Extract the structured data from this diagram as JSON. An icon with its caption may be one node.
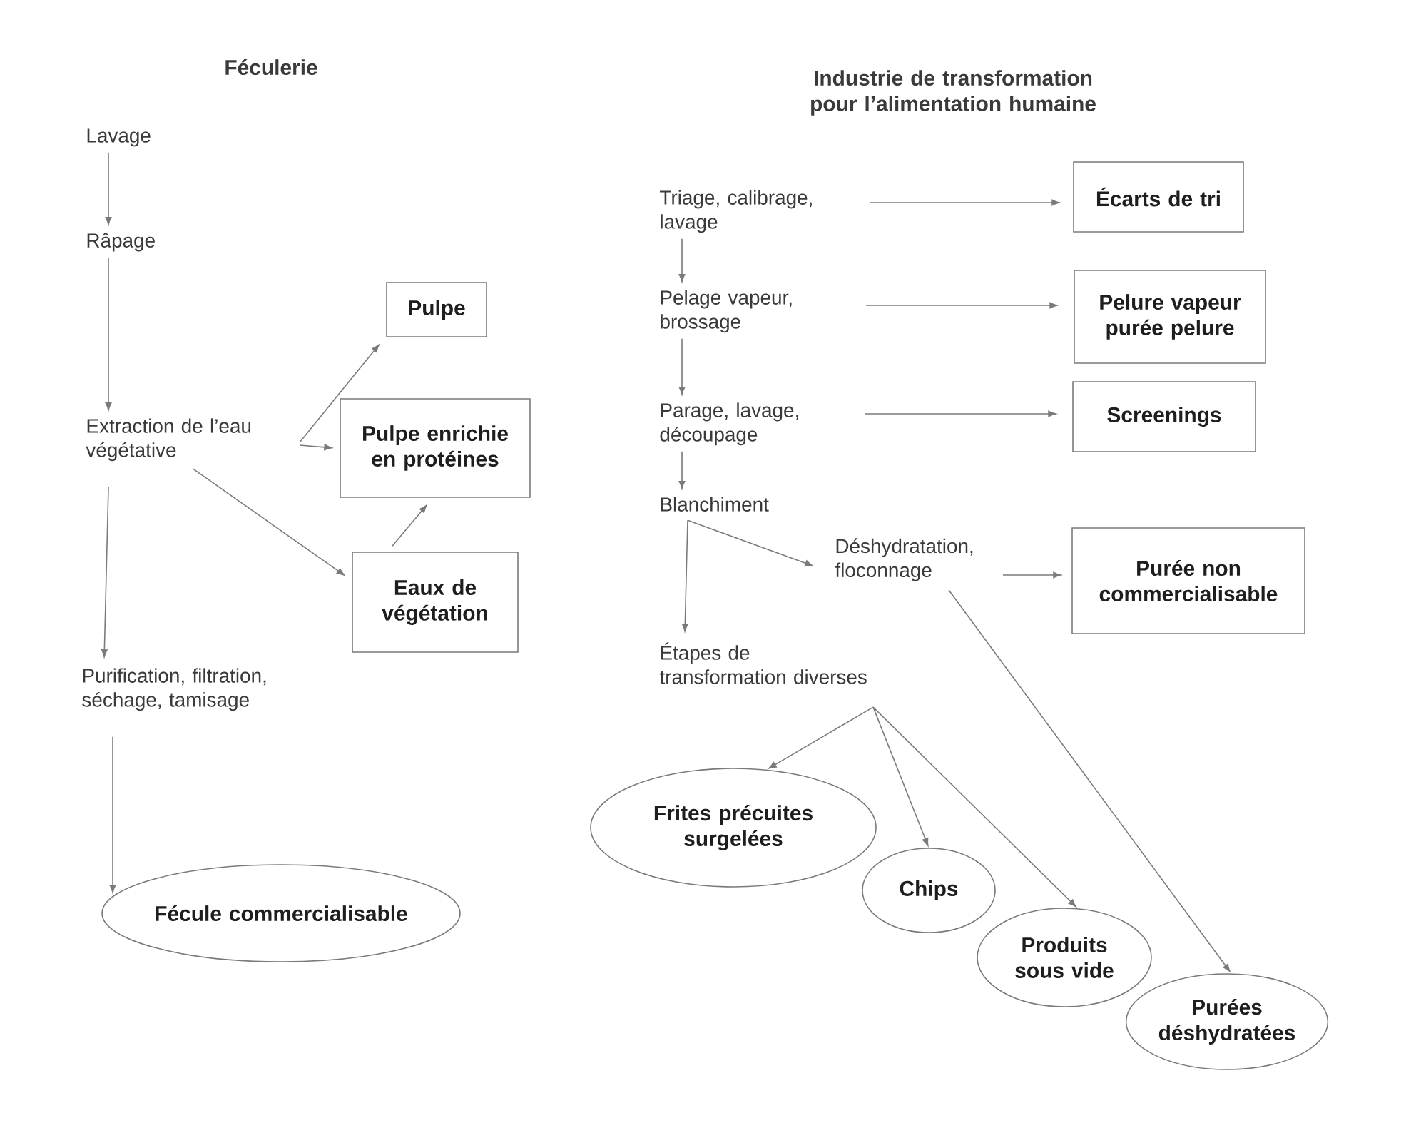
{
  "diagram": {
    "nodes": [
      {
        "text": [
          "Lavage"
        ]
      },
      {
        "text": [
          "Râpage"
        ]
      },
      {
        "text": [
          "Extraction de l’eau végétative"
        ]
      },
      {
        "text": [
          "Pulpe"
        ]
      },
      {
        "text": [
          "Pulpe enrichie en protéines"
        ]
      },
      {
        "text": [
          "Eaux de végétation"
        ]
      },
      {
        "text": [
          "Purification, filtration, séchage, tamisage"
        ]
      },
      {
        "text": [
          "Fécule commercialisable"
        ]
      },
      {
        "text": [
          "Triage, calibrage, lavage"
        ]
      },
      {
        "text": [
          "Écarts de tri"
        ]
      },
      {
        "text": [
          "Pelage vapeur, brossage"
        ]
      },
      {
        "text": [
          "Pelure vapeur purée pelure"
        ]
      },
      {
        "text": [
          "Parage, lavage, découpage"
        ]
      },
      {
        "text": [
          "Screenings"
        ]
      },
      {
        "text": [
          "Blanchiment"
        ]
      },
      {
        "text": [
          "Déshydratation, floconnage"
        ]
      },
      {
        "text": [
          "Purée non commercialisable"
        ]
      },
      {
        "text": [
          "Étapes de transformation diverses"
        ]
      },
      {
        "text": [
          "Frites précuites surgelées"
        ]
      },
      {
        "text": [
          "Chips"
        ]
      },
      {
        "text": [
          "Produits sous vide"
        ]
      },
      {
        "text": [
          "Purées déshydratées"
        ]
      }
    ],
    "edges": [
      {
        "from": 0,
        "to": 1,
        "arrow": "to"
      },
      {
        "from": 1,
        "to": 2,
        "arrow": "to"
      },
      {
        "from": 2,
        "to": 3,
        "arrow": "to"
      },
      {
        "from": 2,
        "to": 4,
        "arrow": "to"
      },
      {
        "from": 2,
        "to": 5,
        "arrow": "to"
      },
      {
        "from": 5,
        "to": 4,
        "arrow": "to"
      },
      {
        "from": 2,
        "to": 6,
        "arrow": "to"
      },
      {
        "from": 6,
        "to": 7,
        "arrow": "to"
      },
      {
        "from": 8,
        "to": 9,
        "arrow": "to"
      },
      {
        "from": 8,
        "to": 10,
        "arrow": "to"
      },
      {
        "from": 10,
        "to": 11,
        "arrow": "to"
      },
      {
        "from": 10,
        "to": 12,
        "arrow": "to"
      },
      {
        "from": 12,
        "to": 13,
        "arrow": "to"
      },
      {
        "from": 12,
        "to": 14,
        "arrow": "to"
      },
      {
        "from": 14,
        "to": 15,
        "arrow": "to"
      },
      {
        "from": 14,
        "to": 17,
        "arrow": "to"
      },
      {
        "from": 15,
        "to": 16,
        "arrow": "to"
      },
      {
        "from": 15,
        "to": 21,
        "arrow": "to"
      },
      {
        "from": 17,
        "to": 18,
        "arrow": "to"
      },
      {
        "from": 17,
        "to": 19,
        "arrow": "to"
      },
      {
        "from": 17,
        "to": 20,
        "arrow": "to"
      }
    ],
    "labels": [
      "Féculerie",
      "Industrie de transformation pour l’alimentation humaine"
    ]
  }
}
